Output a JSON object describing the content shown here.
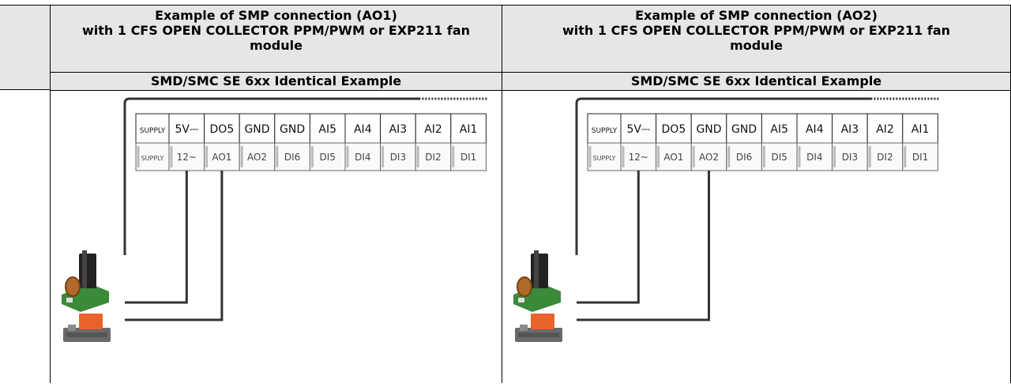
{
  "columns": [
    {
      "title_lines": [
        "Example of SMP connection (AO1)",
        "with 1 CFS OPEN COLLECTOR PPM/PWM or EXP211 fan",
        "module"
      ],
      "subtitle": "SMD/SMC SE 6xx Identical Example",
      "connected_terminals": [
        "12~",
        "AO1"
      ]
    },
    {
      "title_lines": [
        "Example of SMP connection (AO2)",
        "with 1 CFS OPEN COLLECTOR PPM/PWM or EXP211 fan",
        "module"
      ],
      "subtitle": "SMD/SMC SE 6xx Identical Example",
      "connected_terminals": [
        "12~",
        "AO2"
      ]
    }
  ],
  "terminal_block": {
    "top_row": [
      "SUPPLY",
      "5V⎓",
      "DO5",
      "GND",
      "GND",
      "AI5",
      "AI4",
      "AI3",
      "AI2",
      "AI1"
    ],
    "bottom_row": [
      "SUPPLY",
      "12~",
      "AO1",
      "AO2",
      "DI6",
      "DI5",
      "DI4",
      "DI3",
      "DI2",
      "DI1"
    ]
  },
  "colors": {
    "header_bg": "#e6e6e6",
    "wire": "#333333",
    "terminal_border": "#666666",
    "relay_orange": "#e8622a",
    "module_green": "#3a8a3a",
    "module_dark": "#222222"
  },
  "icons": [
    "fan-module-icon",
    "relay-module-icon"
  ]
}
